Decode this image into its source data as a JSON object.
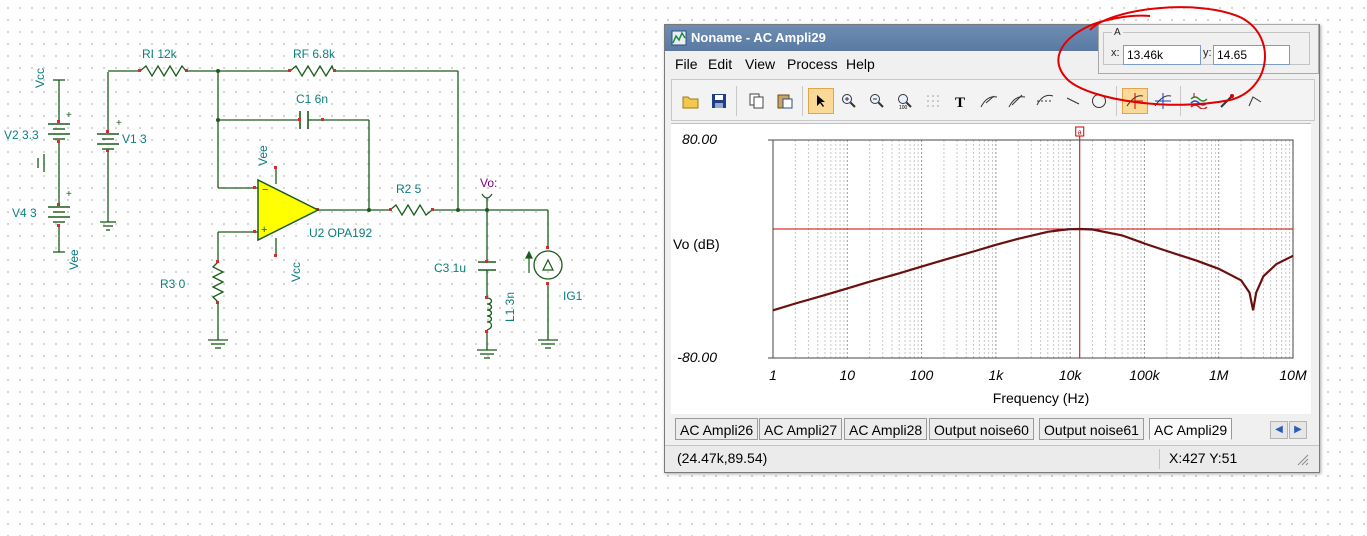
{
  "schematic": {
    "components": {
      "vcc_top": "Vcc",
      "v2": "V2 3.3",
      "v4": "V4 3",
      "vee_bottom": "Vee",
      "v1": "V1 3",
      "ri": "RI 12k",
      "rf": "RF 6.8k",
      "c1": "C1 6n",
      "opamp_vee": "Vee",
      "opamp_vcc": "Vcc",
      "u2": "U2 OPA192",
      "r2": "R2 5",
      "vo": "Vo:",
      "r3": "R3 0",
      "c3": "C3 1u",
      "l1": "L1 3n",
      "ig1": "IG1"
    }
  },
  "window": {
    "title": "Noname - AC Ampli29",
    "menu": [
      "File",
      "Edit",
      "View",
      "Process",
      "Help"
    ],
    "toolbar_icons": [
      "open-icon",
      "save-icon",
      "copy-icon",
      "paste-icon",
      "pointer-icon",
      "zoom-in-icon",
      "zoom-out-icon",
      "zoom-100-icon",
      "grid-icon",
      "text-icon",
      "curve-label-icon",
      "curve-label2-icon",
      "formula-icon",
      "line-icon",
      "circle-icon",
      "cursor-a-icon",
      "cursor-b-icon",
      "waves-icon",
      "probe-icon",
      "corner-icon"
    ]
  },
  "plot": {
    "ylabel": "Vo (dB)",
    "xlabel": "Frequency (Hz)",
    "ytick_top": "80.00",
    "ytick_bottom": "-80.00",
    "xticks": [
      "1",
      "10",
      "100",
      "1k",
      "10k",
      "100k",
      "1M",
      "10M"
    ],
    "cursor_marker": "a"
  },
  "chart_data": {
    "type": "line",
    "xlabel": "Frequency (Hz)",
    "ylabel": "Vo (dB)",
    "xscale": "log",
    "xlim": [
      1,
      10000000
    ],
    "ylim": [
      -80,
      80
    ],
    "grid": true,
    "series": [
      {
        "color": "#6b0f0f",
        "x": [
          1,
          2,
          5,
          10,
          20,
          50,
          100,
          200,
          500,
          1000,
          2000,
          5000,
          8000,
          10000,
          13460,
          20000,
          50000,
          100000,
          200000,
          500000,
          1000000,
          2000000,
          2600000,
          2900000,
          3200000,
          4000000,
          6000000,
          10000000
        ],
        "y": [
          -45,
          -40,
          -33.8,
          -28.9,
          -24,
          -17.8,
          -12.9,
          -8,
          -1.8,
          3.1,
          7.5,
          12.6,
          14,
          14.5,
          14.65,
          14.3,
          10,
          4,
          -1.5,
          -8.5,
          -14.5,
          -23,
          -32,
          -45,
          -32,
          -20,
          -11,
          -5
        ]
      }
    ],
    "cursor": {
      "x": 13460,
      "y": 14.65
    }
  },
  "tabs": [
    "AC Ampli26",
    "AC Ampli27",
    "AC Ampli28",
    "Output noise60",
    "Output noise61",
    "AC Ampli29"
  ],
  "active_tab": "AC Ampli29",
  "status": {
    "left": "(24.47k,89.54)",
    "right": "X:427  Y:51"
  },
  "readout": {
    "legend": "A",
    "x_label": "x:",
    "x_value": "13.46k",
    "y_label": "y:",
    "y_value": "14.65"
  },
  "colors": {
    "wire": "#1a5c1a",
    "label": "#0a7f7f",
    "opamp_fill": "#ffff00",
    "curve": "#6b0f0f",
    "cursor_line": "#d10000",
    "annotation": "#e00000"
  }
}
